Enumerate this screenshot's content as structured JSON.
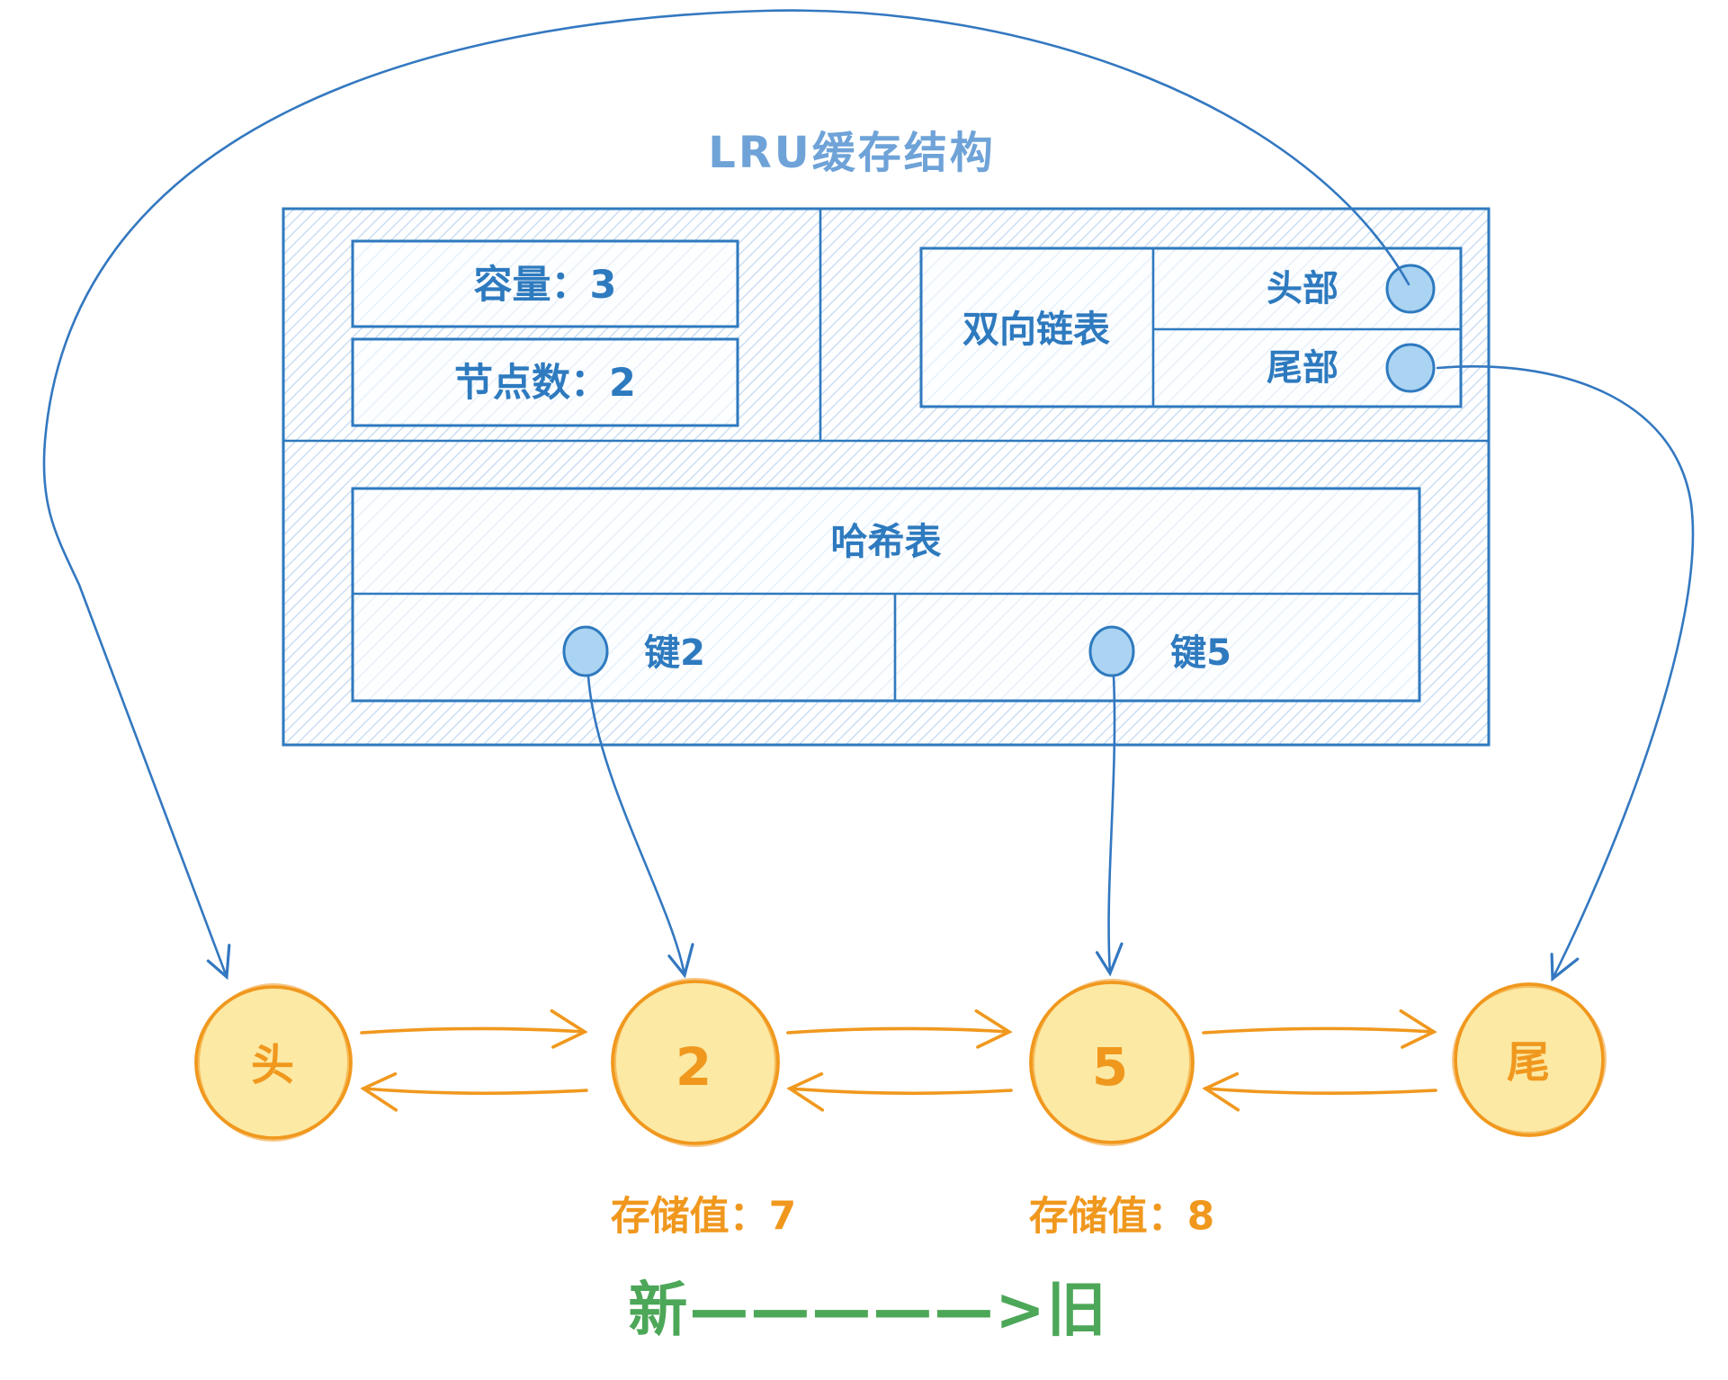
{
  "title": "LRU缓存结构",
  "cache_box": {
    "capacity": "容量：3",
    "node_count": "节点数：2",
    "linked_list": {
      "label": "双向链表",
      "head": "头部",
      "tail": "尾部"
    },
    "hash_table": {
      "label": "哈希表",
      "key2": "键2",
      "key5": "键5"
    }
  },
  "nodes": {
    "head": {
      "label": "头"
    },
    "n2": {
      "label": "2",
      "value": "存储值：7"
    },
    "n5": {
      "label": "5",
      "value": "存储值：8"
    },
    "tail": {
      "label": "尾"
    }
  },
  "legend": {
    "text": "新—————>旧"
  },
  "colors": {
    "blue_stroke": "#2e7abf",
    "title_blue": "#6fa3d8",
    "dot_fill": "#abd4f2",
    "orange": "#f0981e",
    "node_fill": "#fce9a4",
    "green": "#4da758"
  }
}
